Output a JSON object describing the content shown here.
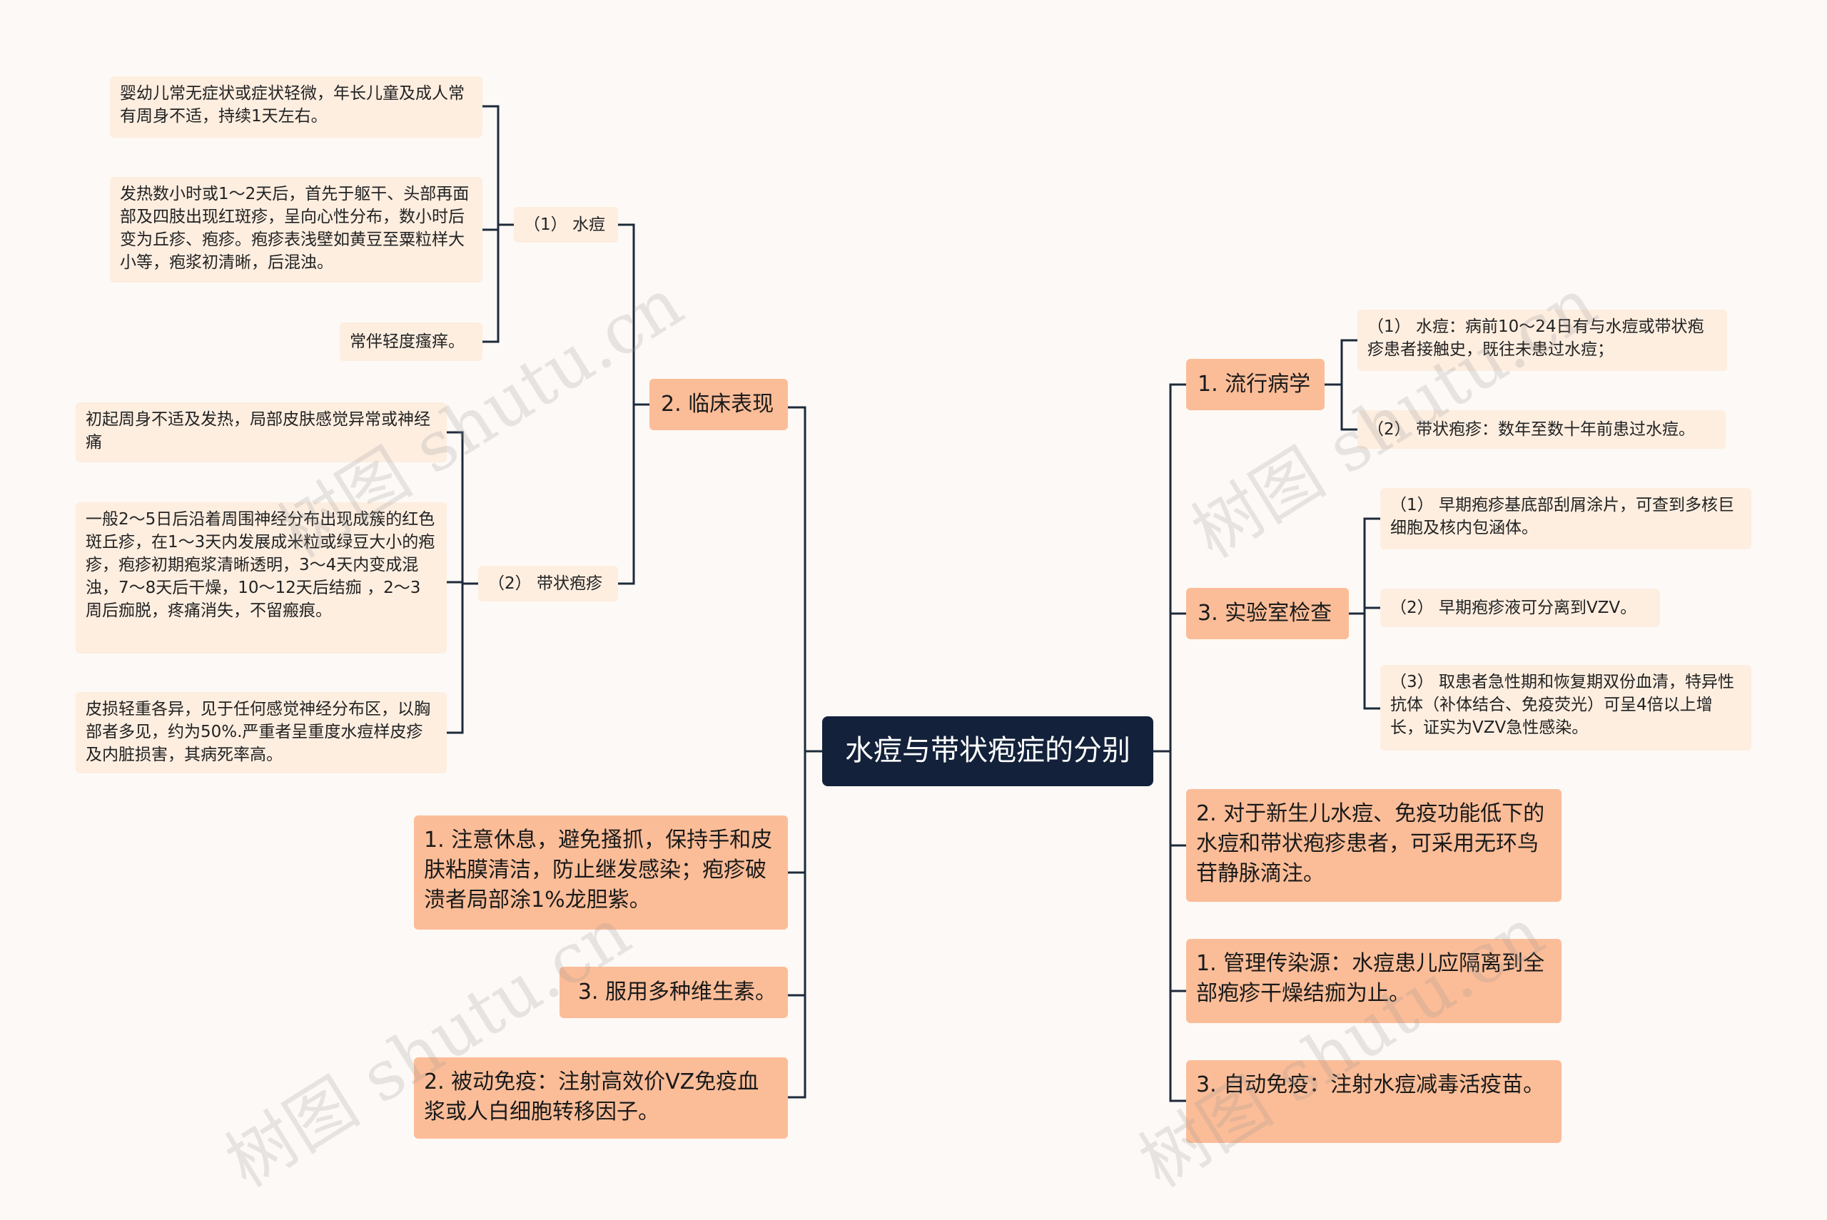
{
  "root": "水痘与带状疱症的分别",
  "left": {
    "clinical": {
      "label": "2. 临床表现",
      "varicella": {
        "label": "（1） 水痘",
        "items": [
          "婴幼儿常无症状或症状轻微，年长儿童及成人常有周身不适，持续1天左右。",
          "发热数小时或1～2天后，首先于躯干、头部再面部及四肢出现红斑疹，呈向心性分布，数小时后变为丘疹、疱疹。疱疹表浅壁如黄豆至粟粒样大小等，疱浆初清晰，后混浊。",
          "常伴轻度瘙痒。"
        ]
      },
      "zoster": {
        "label": "（2） 带状疱疹",
        "items": [
          "初起周身不适及发热，局部皮肤感觉异常或神经痛",
          "一般2～5日后沿着周围神经分布出现成簇的红色斑丘疹，在1～3天内发展成米粒或绿豆大小的疱疹，疱疹初期疱浆清晰透明，3～4天内变成混浊，7～8天后干燥，10～12天后结痂 ，2～3周后痂脱，疼痛消失，不留瘢痕。",
          "皮损轻重各异，见于任何感觉神经分布区，以胸部者多见，约为50%.严重者呈重度水痘样皮疹及内脏损害，其病死率高。"
        ]
      }
    },
    "care1": "1. 注意休息，避免搔抓，保持手和皮肤粘膜清洁，防止继发感染；疱疹破溃者局部涂1%龙胆紫。",
    "care3": "3. 服用多种维生素。",
    "care2": "2. 被动免疫：注射高效价VZ免疫血浆或人白细胞转移因子。"
  },
  "right": {
    "epi": {
      "label": "1. 流行病学",
      "items": [
        "（1） 水痘：病前10～24日有与水痘或带状疱疹患者接触史，既往未患过水痘；",
        "（2） 带状疱疹：数年至数十年前患过水痘。"
      ]
    },
    "lab": {
      "label": "3. 实验室检查",
      "items": [
        "（1） 早期疱疹基底部刮屑涂片，可查到多核巨细胞及核内包涵体。",
        "（2） 早期疱疹液可分离到VZV。",
        "（3） 取患者急性期和恢复期双份血清，特异性抗体（补体结合、免疫荧光）可呈4倍以上增长，证实为VZV急性感染。"
      ]
    },
    "treat": "2. 对于新生儿水痘、免疫功能低下的水痘和带状疱疹患者，可采用无环鸟苷静脉滴注。",
    "manage": "1. 管理传染源：水痘患儿应隔离到全部疱疹干燥结痂为止。",
    "vaccine": "3. 自动免疫：注射水痘减毒活疫苗。"
  },
  "watermark": "树图 shutu.cn"
}
